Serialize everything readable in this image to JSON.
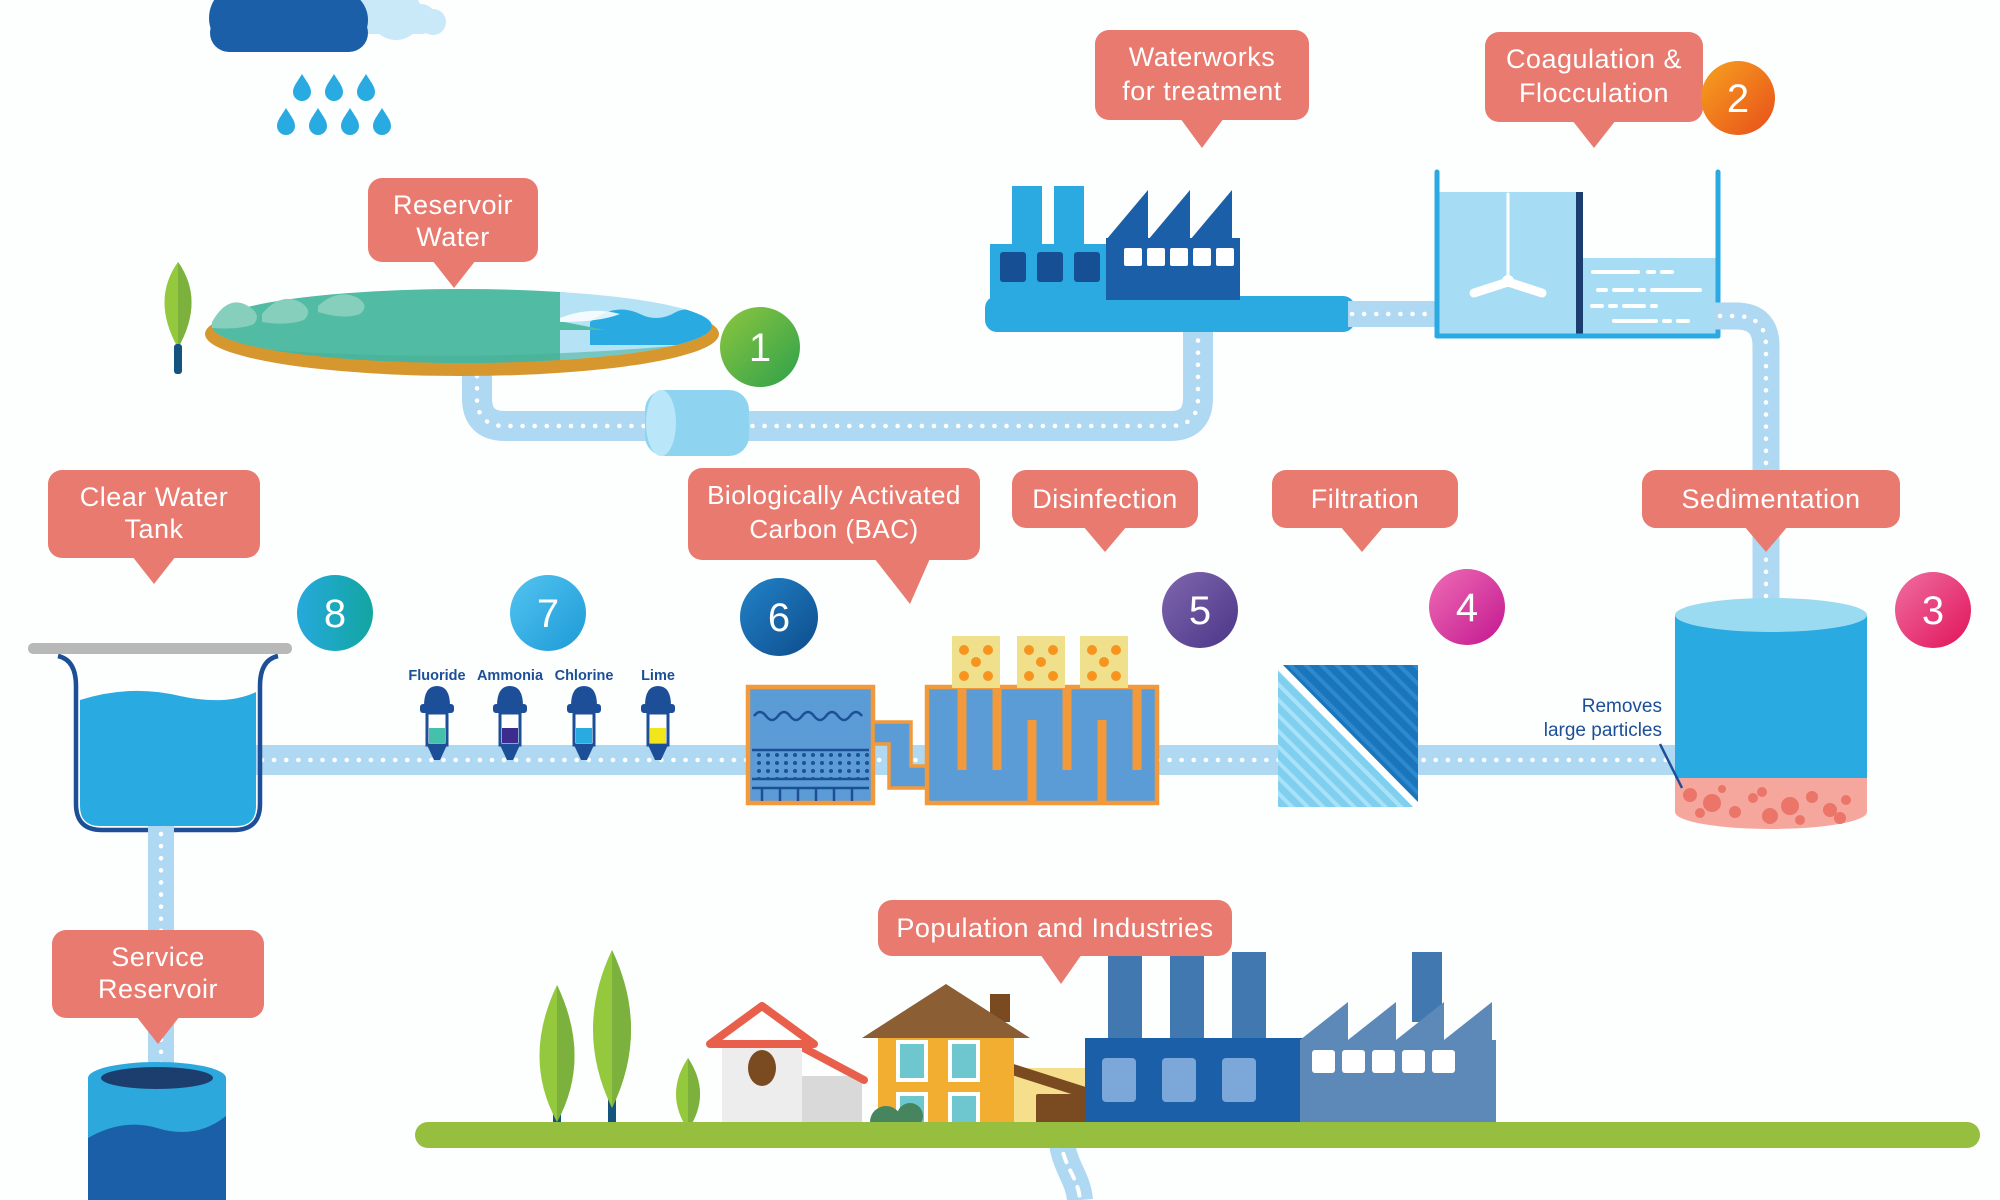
{
  "title": "Water treatment process diagram",
  "callouts": {
    "reservoir_water": {
      "lines": [
        "Reservoir",
        "Water"
      ]
    },
    "waterworks": {
      "lines": [
        "Waterworks",
        "for treatment"
      ]
    },
    "coagulation_flocculation": {
      "lines": [
        "Coagulation &",
        "Flocculation"
      ]
    },
    "sedimentation": {
      "lines": [
        "Sedimentation"
      ]
    },
    "filtration": {
      "lines": [
        "Filtration"
      ]
    },
    "disinfection": {
      "lines": [
        "Disinfection"
      ]
    },
    "bac": {
      "lines": [
        "Biologically Activated",
        "Carbon (BAC)"
      ]
    },
    "clear_water_tank": {
      "lines": [
        "Clear Water",
        "Tank"
      ]
    },
    "service_reservoir": {
      "lines": [
        "Service",
        "Reservoir"
      ]
    },
    "population_industries": {
      "lines": [
        "Population and Industries"
      ]
    }
  },
  "steps": [
    {
      "number": "1",
      "color_from": "#8DC63F",
      "color_to": "#2EA14B"
    },
    {
      "number": "2",
      "color_from": "#F7A21E",
      "color_to": "#E84E1B"
    },
    {
      "number": "3",
      "color_from": "#F06FA2",
      "color_to": "#E01358"
    },
    {
      "number": "4",
      "color_from": "#EF6DB6",
      "color_to": "#C2178F"
    },
    {
      "number": "5",
      "color_from": "#8066AE",
      "color_to": "#4A3788"
    },
    {
      "number": "6",
      "color_from": "#2283C8",
      "color_to": "#0D4C8C"
    },
    {
      "number": "7",
      "color_from": "#53C4F1",
      "color_to": "#1D9AD6"
    },
    {
      "number": "8",
      "color_from": "#25A9DC",
      "color_to": "#13A6A1"
    }
  ],
  "chemicals": [
    {
      "label": "Fluoride",
      "liquid": "#45C0AB"
    },
    {
      "label": "Ammonia",
      "liquid": "#3D2B8E"
    },
    {
      "label": "Chlorine",
      "liquid": "#29ABE2"
    },
    {
      "label": "Lime",
      "liquid": "#F2E51C"
    }
  ],
  "annotations": {
    "removes_large_particles": {
      "lines": [
        "Removes",
        "large particles"
      ]
    }
  },
  "colors": {
    "callout": "#E97A6F",
    "pipe": "#AFD8F3",
    "water_bright": "#29ABE2",
    "water_light": "#9BDBF2",
    "navy": "#1C4F97",
    "navy_dark": "#1B3E6F",
    "building_blue": "#1B5FA8",
    "building_light_blue": "#2BAAE2",
    "bac_box_fill": "#5B9BD6",
    "bac_box_border": "#F2993B",
    "carbon_yellow": "#F0E08C",
    "carbon_dot_orange": "#F7941E",
    "sediment_pink": "#F5A79E",
    "sediment_dot": "#EB7568",
    "reservoir_hull": "#D6972F",
    "reservoir_teal": "#52BBA4",
    "ground_green": "#96BE3F",
    "tree_green": "#94C83D",
    "house_yellow": "#F2AE30",
    "roof_brown": "#8B5E34",
    "roof_red": "#E8604C"
  }
}
